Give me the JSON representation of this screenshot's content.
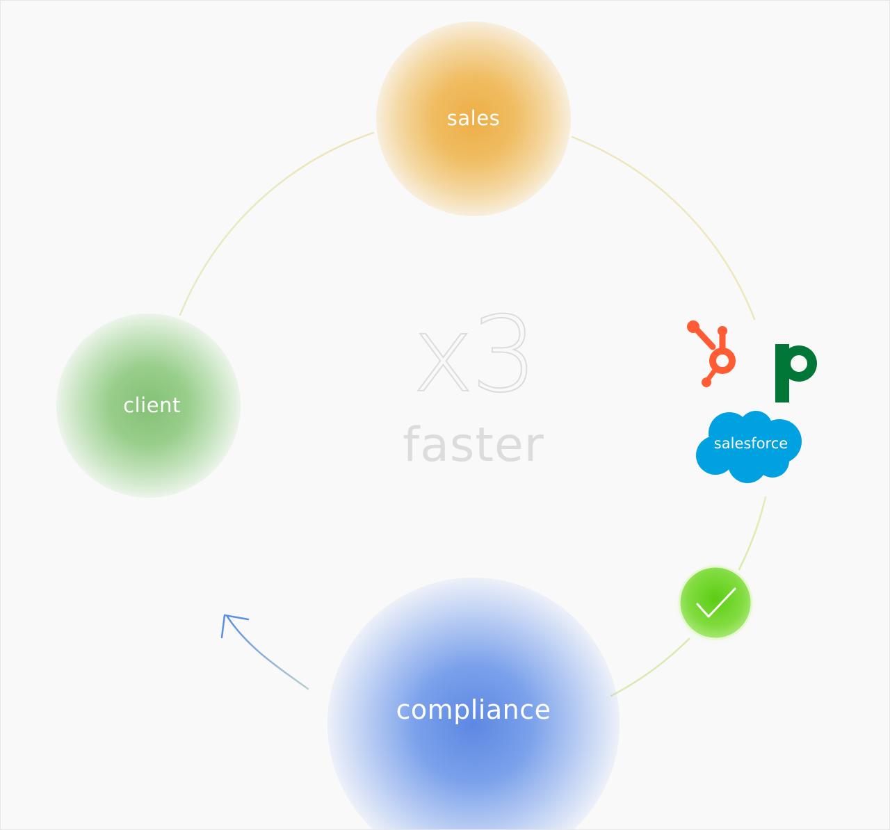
{
  "diagram": {
    "nodes": {
      "sales": {
        "label": "sales",
        "color": "#ECAA3C"
      },
      "client": {
        "label": "client",
        "color": "#7DBE6E"
      },
      "compliance": {
        "label": "compliance",
        "color": "#5582E1"
      }
    },
    "center": {
      "value": "x3",
      "caption": "faster"
    },
    "integrations": [
      {
        "name": "hubspot-logo",
        "color": "#FF5C35"
      },
      {
        "name": "pipedrive-logo",
        "glyph": "p",
        "color": "#017737"
      },
      {
        "name": "salesforce-logo",
        "text": "salesforce",
        "color": "#00A1E0"
      }
    ],
    "status": {
      "icon": "check-icon",
      "color": "#6FD62A"
    },
    "flow": {
      "icon": "arrow-icon",
      "color": "#5B8FE6"
    },
    "ring_color": "#E3EBB8"
  }
}
